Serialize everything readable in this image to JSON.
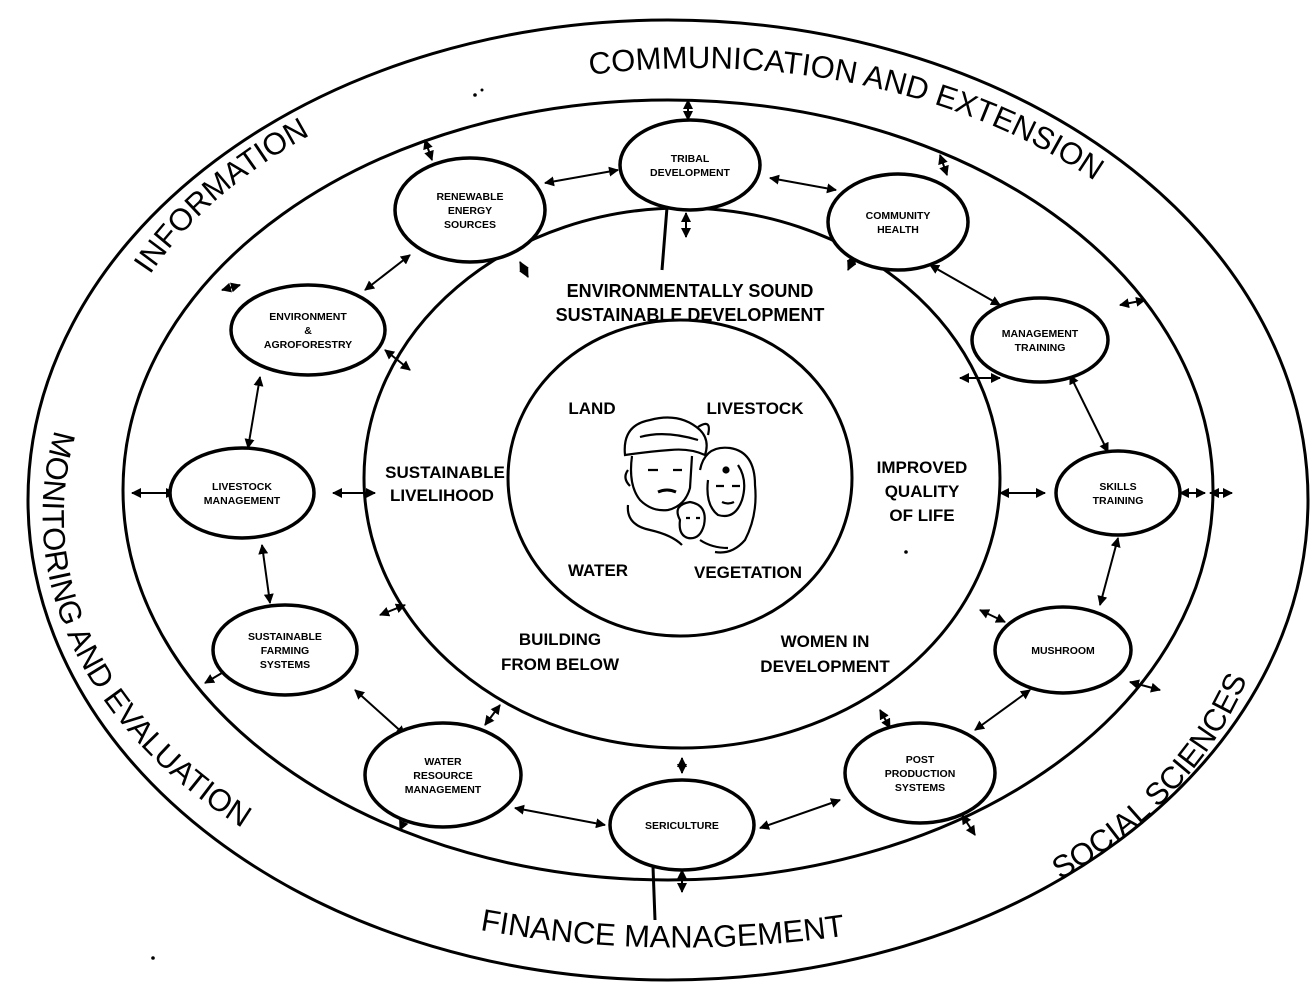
{
  "outer_ring": {
    "top": "COMMUNICATION AND EXTENSION",
    "top_left": "INFORMATION",
    "left": "MONITORING AND EVALUATION",
    "bottom": "FINANCE MANAGEMENT",
    "bottom_right": "SOCIAL SCIENCES"
  },
  "nodes": [
    {
      "id": "tribal",
      "lines": [
        "TRIBAL",
        "DEVELOPMENT"
      ]
    },
    {
      "id": "renewable",
      "lines": [
        "RENEWABLE",
        "ENERGY",
        "SOURCES"
      ]
    },
    {
      "id": "community",
      "lines": [
        "COMMUNITY",
        "HEALTH"
      ]
    },
    {
      "id": "environment",
      "lines": [
        "ENVIRONMENT",
        "&",
        "AGROFORESTRY"
      ]
    },
    {
      "id": "management",
      "lines": [
        "MANAGEMENT",
        "TRAINING"
      ]
    },
    {
      "id": "livestock",
      "lines": [
        "LIVESTOCK",
        "MANAGEMENT"
      ]
    },
    {
      "id": "skills",
      "lines": [
        "SKILLS",
        "TRAINING"
      ]
    },
    {
      "id": "farming",
      "lines": [
        "SUSTAINABLE",
        "FARMING",
        "SYSTEMS"
      ]
    },
    {
      "id": "mushroom",
      "lines": [
        "MUSHROOM"
      ]
    },
    {
      "id": "water",
      "lines": [
        "WATER",
        "RESOURCE",
        "MANAGEMENT"
      ]
    },
    {
      "id": "post",
      "lines": [
        "POST",
        "PRODUCTION",
        "SYSTEMS"
      ]
    },
    {
      "id": "sericulture",
      "lines": [
        "SERICULTURE"
      ]
    }
  ],
  "middle_ring": {
    "top": [
      "ENVIRONMENTALLY SOUND",
      "SUSTAINABLE DEVELOPMENT"
    ],
    "left": [
      "SUSTAINABLE",
      "LIVELIHOOD"
    ],
    "right": [
      "IMPROVED",
      "QUALITY",
      "OF LIFE"
    ],
    "bottom_left": [
      "BUILDING",
      "FROM BELOW"
    ],
    "bottom_right": [
      "WOMEN IN",
      "DEVELOPMENT"
    ]
  },
  "center": {
    "land": "LAND",
    "livestock": "LIVESTOCK",
    "water": "WATER",
    "vegetation": "VEGETATION"
  }
}
